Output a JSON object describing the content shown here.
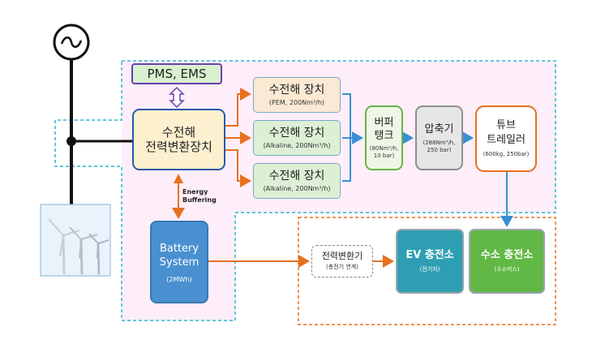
{
  "pms_ems": "PMS, EMS",
  "converter": {
    "line1": "수전해",
    "line2": "전력변환장치"
  },
  "electrolyzers": [
    {
      "name": "수전해 장치",
      "spec": "(PEM, 200Nm³/h)"
    },
    {
      "name": "수전해 장치",
      "spec": "(Alkaline, 200Nm³/h)"
    },
    {
      "name": "수전해 장치",
      "spec": "(Alkaline, 200Nm³/h)"
    }
  ],
  "buffer_tank": {
    "line1": "버퍼",
    "line2": "탱크",
    "spec1": "(80Nm³/h,",
    "spec2": "10 bar)"
  },
  "compressor": {
    "name": "압축기",
    "spec1": "(288Nm³/h,",
    "spec2": "250 bar)"
  },
  "tube_trailer": {
    "line1": "튜브",
    "line2": "트레일러",
    "spec": "(600kg, 250bar)"
  },
  "energy_buffering": {
    "line1": "Energy",
    "line2": "Buffering"
  },
  "battery": {
    "line1": "Battery",
    "line2": "System",
    "spec": "(2MWh)"
  },
  "power_converter": {
    "name": "전력변환기",
    "spec": "(충전기 연계)"
  },
  "ev_station": {
    "name": "EV 충전소",
    "spec": "(전기차)"
  },
  "h2_station": {
    "name": "수소 충전소",
    "spec": "(수소버스)"
  },
  "colors": {
    "orange": "#e8701e",
    "blue": "#3a8fd0",
    "green_fill": "#61b845",
    "battery_fill": "#4a90d0",
    "ev_fill": "#2e9fb2",
    "dashed_cyan": "#2fb5d0"
  }
}
